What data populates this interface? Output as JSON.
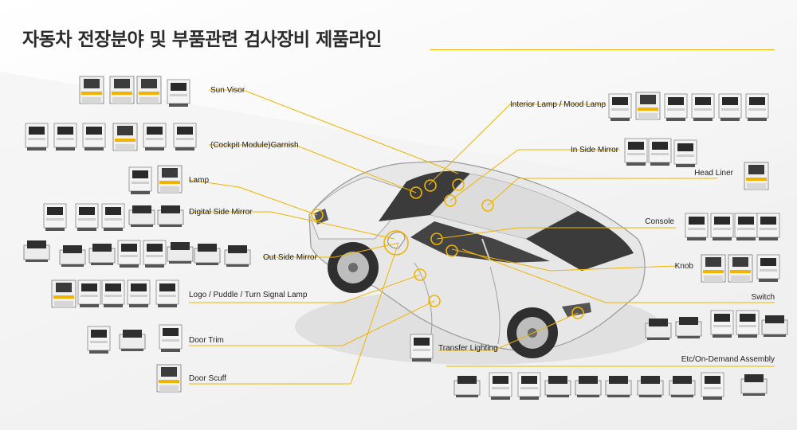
{
  "title": "자동차 전장분야 및 부품관련 검사장비 제품라인",
  "colors": {
    "accent": "#f0b400",
    "text": "#222222",
    "car_body": "#e6e6e6",
    "glass": "#3a3a3a"
  },
  "labels": {
    "sun_visor": "Sun Visor",
    "cockpit": "(Cockpit Module)Garnish",
    "lamp": "Lamp",
    "digital_side_mirror": "Digital  Side Mirror",
    "out_side_mirror": "Out Side Mirror",
    "logo_puddle": "Logo / Puddle / Turn Signal Lamp",
    "door_trim": "Door Trim",
    "door_scuff": "Door Scuff",
    "interior_lamp": "Interior Lamp / Mood Lamp",
    "in_side_mirror": "In Side Mirror",
    "head_liner": "Head Liner",
    "console": "Console",
    "knob": "Knob",
    "switch": "Switch",
    "transfer_lighting": "Transfer Lighting",
    "etc": "Etc/On-Demand Assembly"
  }
}
